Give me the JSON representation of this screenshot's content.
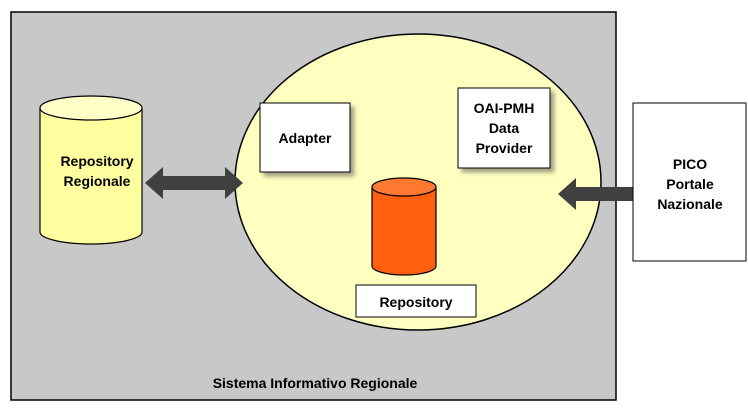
{
  "colors": {
    "outer_fill": "#c8c8c8",
    "ellipse_fill": "#ffffc0",
    "cylinder_yellow": "#ffffa0",
    "cylinder_orange": "#ff6010",
    "arrow": "#404040",
    "box_fill": "#ffffff"
  },
  "diagram": {
    "outer_label": "Sistema Informativo Regionale",
    "regional_repo": {
      "line1": "Repository",
      "line2": "Regionale"
    },
    "adapter": "Adapter",
    "oai": {
      "line1": "OAI-PMH",
      "line2": "Data",
      "line3": "Provider"
    },
    "repository": "Repository",
    "pico": {
      "line1": "PICO",
      "line2": "Portale",
      "line3": "Nazionale"
    }
  }
}
